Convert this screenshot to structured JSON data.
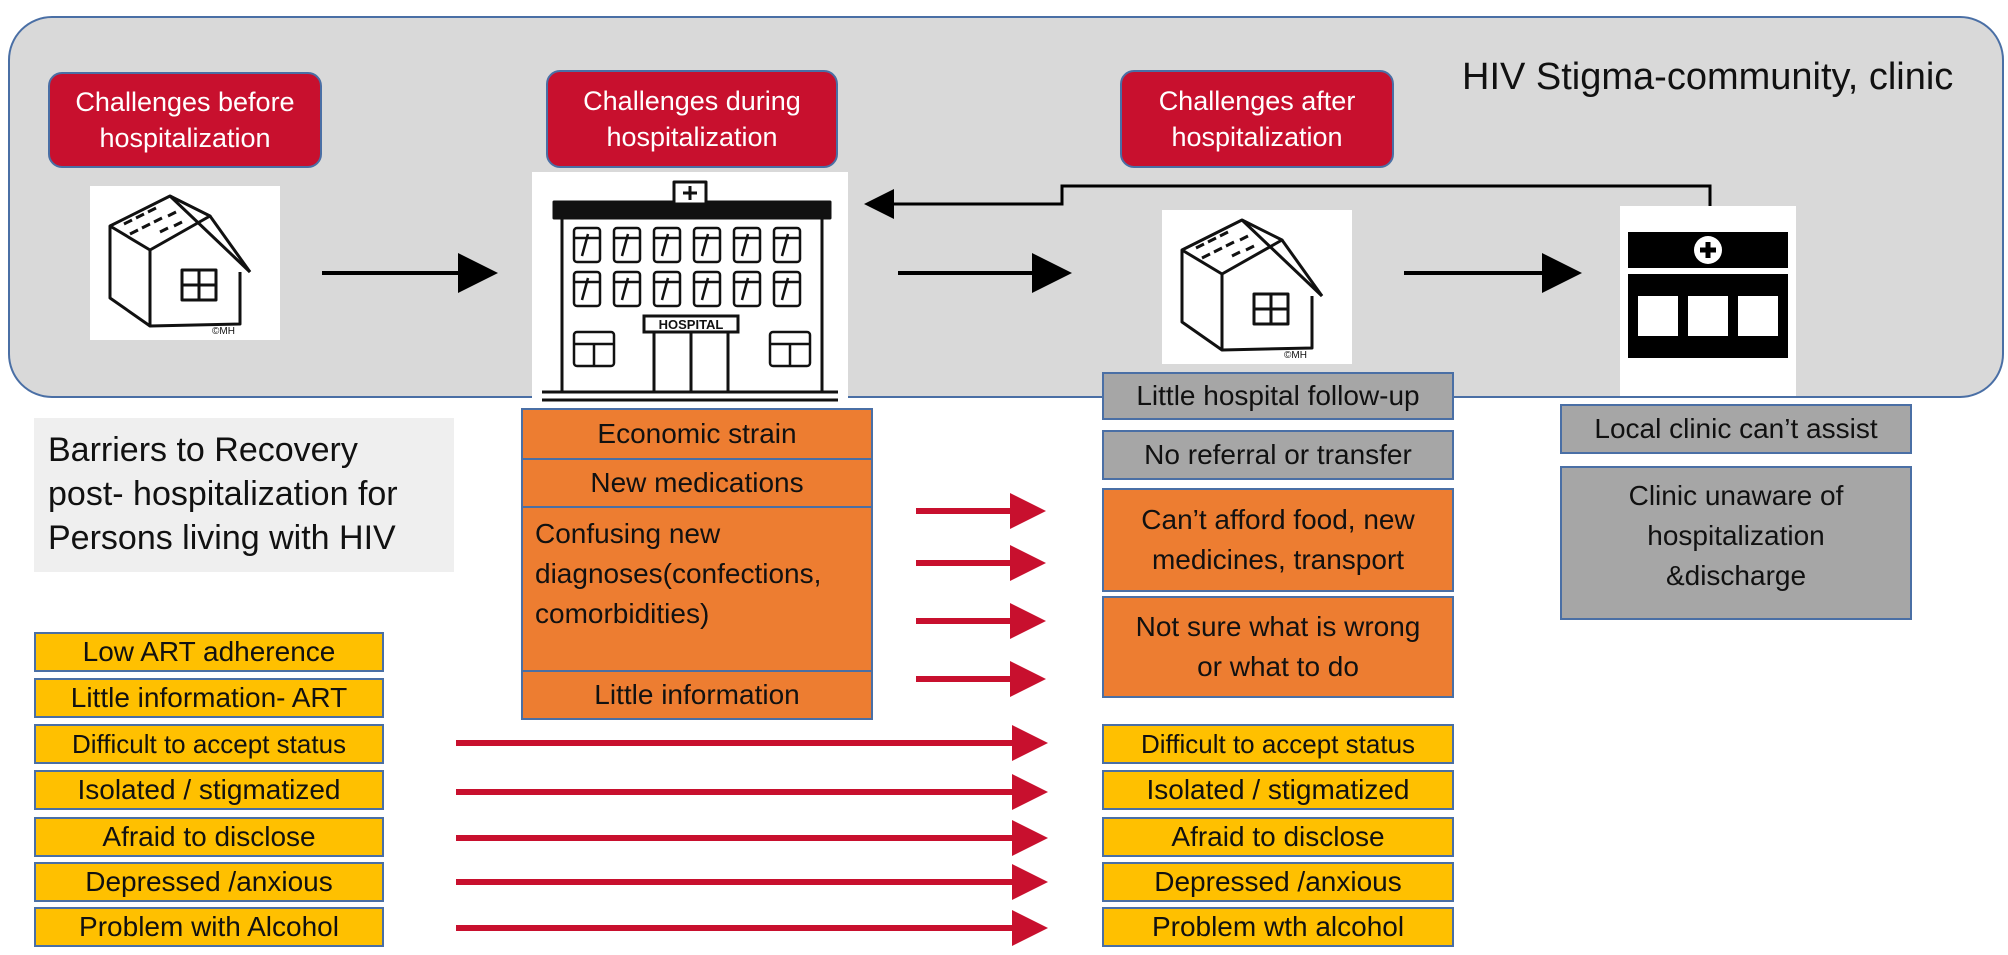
{
  "header": {
    "title": "HIV Stigma-community, clinic"
  },
  "phases": {
    "before": "Challenges before hospitalization",
    "during": "Challenges during hospitalization",
    "after": "Challenges after hospitalization"
  },
  "hospital_sign": "HOSPITAL",
  "barriers_title": "Barriers to Recovery post- hospitalization for Persons living with HIV",
  "during_boxes": {
    "economic": "Economic strain",
    "medications": "New medications",
    "diagnoses": "Confusing new diagnoses(confections, comorbidities)",
    "information": "Little information"
  },
  "after_boxes": {
    "followup": "Little hospital follow-up",
    "referral": "No referral or transfer",
    "afford": "Can’t afford food, new medicines, transport",
    "not_sure": "Not sure what is wrong or what to do"
  },
  "clinic_boxes": {
    "cant_assist": "Local clinic can’t assist",
    "unaware": "Clinic unaware of hospitalization &discharge"
  },
  "pre_barriers": [
    "Low ART adherence",
    "Little information- ART",
    "Difficult to accept status",
    "Isolated / stigmatized",
    "Afraid to disclose",
    "Depressed /anxious",
    "Problem with Alcohol"
  ],
  "post_barriers": [
    "Difficult to accept status",
    "Isolated / stigmatized",
    "Afraid to disclose",
    "Depressed /anxious",
    "Problem wth alcohol"
  ],
  "colors": {
    "banner": "#d9d9d9",
    "red": "#c8102e",
    "orange": "#ed7d31",
    "yellow": "#ffc000",
    "grey": "#a6a6a6",
    "border": "#4a6fa5"
  },
  "icons": {
    "home": "house-icon",
    "hospital": "hospital-icon",
    "clinic": "clinic-icon"
  }
}
